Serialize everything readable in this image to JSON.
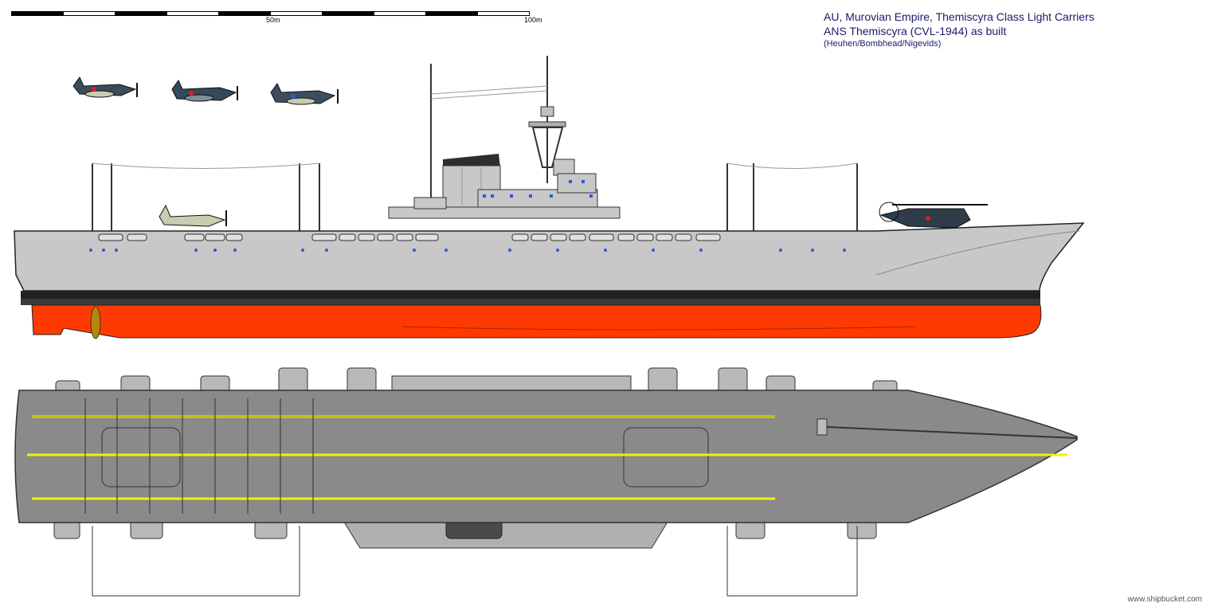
{
  "scale": {
    "label_mid": "50m",
    "label_end": "100m"
  },
  "title": {
    "line1": "AU, Murovian Empire, Themiscyra Class Light Carriers",
    "line2": "ANS Themiscyra (CVL-1944) as built",
    "line3": "(Heuhen/Bombhead/Nigevids)"
  },
  "credit": "www.shipbucket.com",
  "colors": {
    "hull_grey": "#c8c8c8",
    "deck_grey": "#8a8a8a",
    "boot_topping": "#202020",
    "antifouling_red": "#ff3a00",
    "deck_stripe": "#f2f200",
    "aircraft_blue": "#2f4050"
  }
}
